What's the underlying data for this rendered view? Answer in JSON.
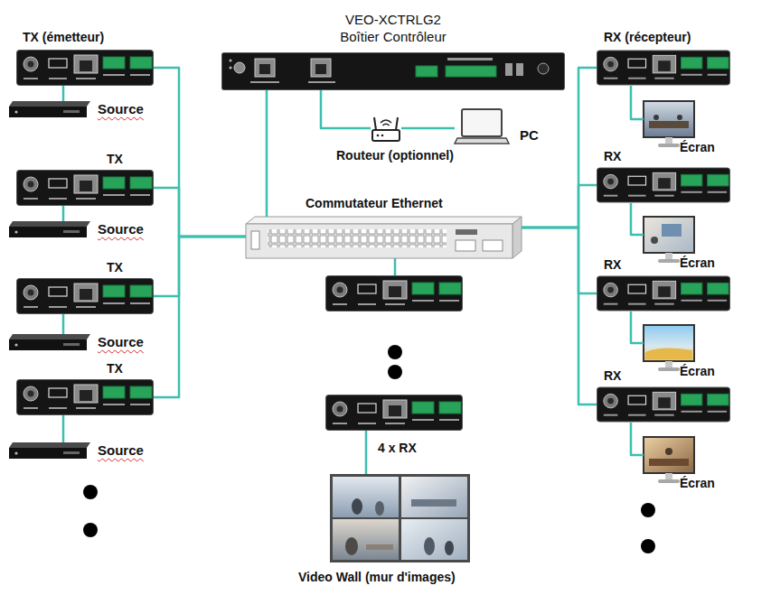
{
  "diagram": {
    "nodes": [
      {
        "text": [
          "TX (émetteur)"
        ]
      },
      {
        "text": [
          "Source"
        ]
      },
      {
        "text": [
          "TX"
        ]
      },
      {
        "text": [
          "Source"
        ]
      },
      {
        "text": [
          "TX"
        ]
      },
      {
        "text": [
          "Source"
        ]
      },
      {
        "text": [
          "TX"
        ]
      },
      {
        "text": [
          "Source"
        ]
      },
      {
        "text": [
          "VEO-XCTRLG2 Boîtier Contrôleur"
        ]
      },
      {
        "text": [
          "Routeur (optionnel)"
        ]
      },
      {
        "text": [
          "PC"
        ]
      },
      {
        "text": [
          "Commutateur Ethernet"
        ]
      },
      {
        "text": [
          "RX (récepteur)"
        ]
      },
      {
        "text": [
          "Écran"
        ]
      },
      {
        "text": [
          "RX"
        ]
      },
      {
        "text": [
          "Écran"
        ]
      },
      {
        "text": [
          "RX"
        ]
      },
      {
        "text": [
          "Écran"
        ]
      },
      {
        "text": [
          "RX"
        ]
      },
      {
        "text": [
          "Écran"
        ]
      },
      {
        "text": [
          "4 x RX"
        ]
      },
      {
        "text": [
          "Video Wall (mur d'images)"
        ]
      }
    ],
    "edges": [
      {
        "from": 0,
        "to": 1,
        "arrow": "none"
      },
      {
        "from": 2,
        "to": 3,
        "arrow": "none"
      },
      {
        "from": 4,
        "to": 5,
        "arrow": "none"
      },
      {
        "from": 6,
        "to": 7,
        "arrow": "none"
      },
      {
        "from": 0,
        "to": 11,
        "arrow": "none"
      },
      {
        "from": 2,
        "to": 11,
        "arrow": "none"
      },
      {
        "from": 4,
        "to": 11,
        "arrow": "none"
      },
      {
        "from": 6,
        "to": 11,
        "arrow": "none"
      },
      {
        "from": 8,
        "to": 9,
        "arrow": "none"
      },
      {
        "from": 9,
        "to": 10,
        "arrow": "none"
      },
      {
        "from": 8,
        "to": 11,
        "arrow": "none"
      },
      {
        "from": 11,
        "to": 12,
        "arrow": "none"
      },
      {
        "from": 11,
        "to": 14,
        "arrow": "none"
      },
      {
        "from": 11,
        "to": 16,
        "arrow": "none"
      },
      {
        "from": 11,
        "to": 18,
        "arrow": "none"
      },
      {
        "from": 12,
        "to": 13,
        "arrow": "none"
      },
      {
        "from": 14,
        "to": 15,
        "arrow": "none"
      },
      {
        "from": 16,
        "to": 17,
        "arrow": "none"
      },
      {
        "from": 18,
        "to": 19,
        "arrow": "none"
      },
      {
        "from": 20,
        "to": 21,
        "arrow": "none"
      }
    ]
  }
}
